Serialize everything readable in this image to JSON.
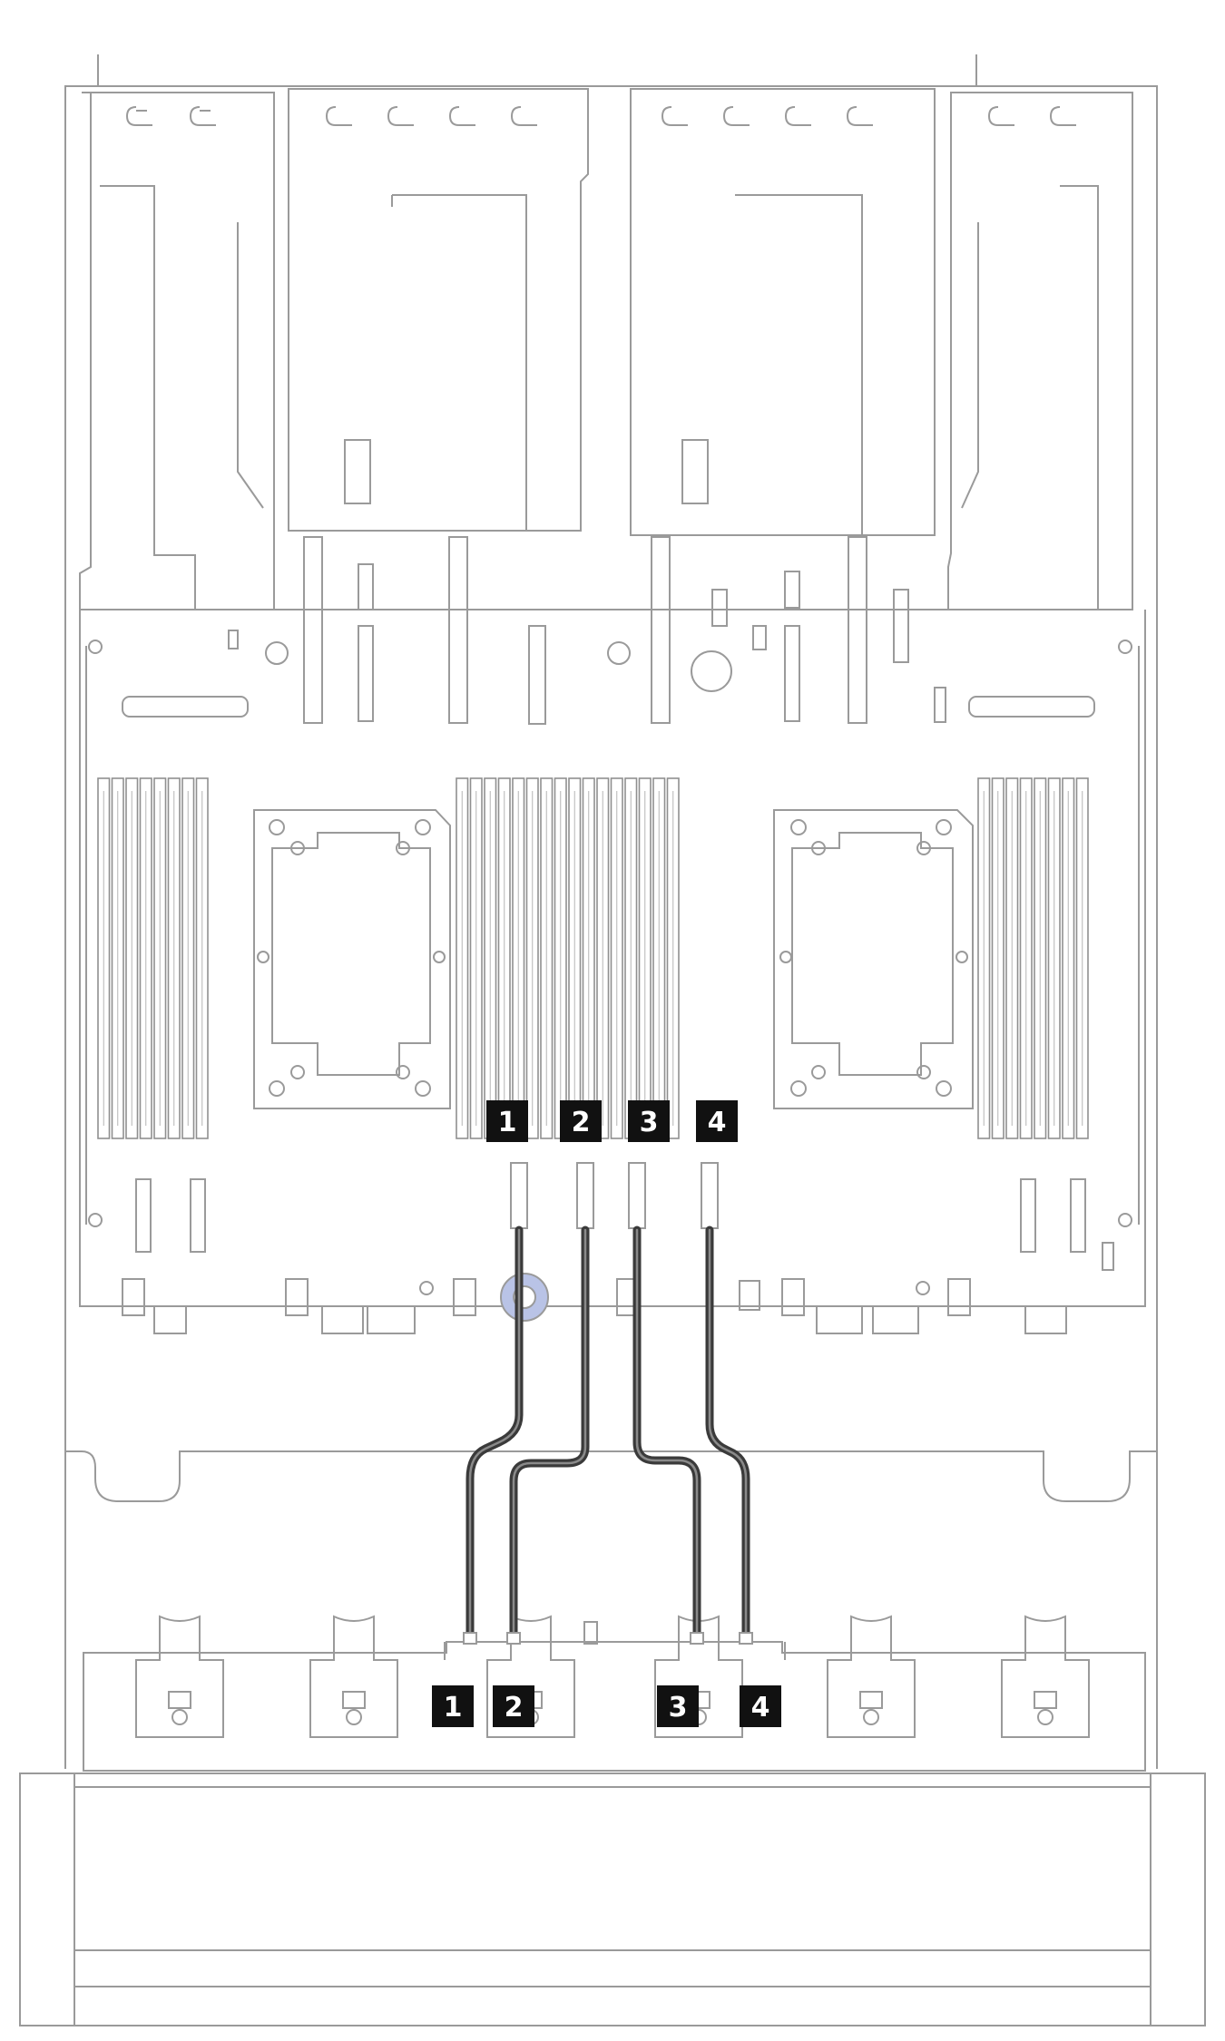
{
  "callouts": {
    "board": [
      "1",
      "2",
      "3",
      "4"
    ],
    "backplane": [
      "1",
      "2",
      "3",
      "4"
    ]
  },
  "colors": {
    "outline": "#9a9a9a",
    "cable_dark": "#3a3a3a",
    "cable_highlight": "#8a8a8a",
    "callout_fill": "#111111",
    "callout_text": "#ffffff",
    "ptc_accent": "#b9c3e6"
  }
}
